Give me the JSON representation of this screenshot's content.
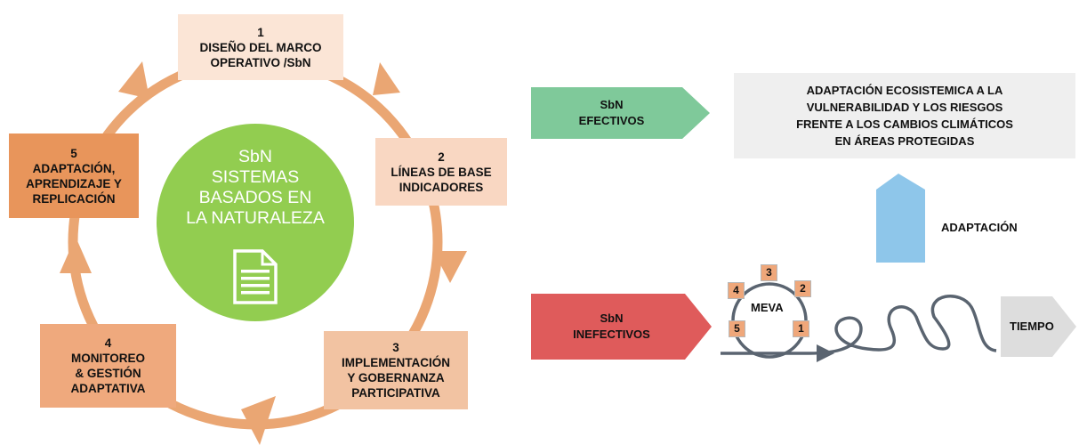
{
  "cycle": {
    "center": {
      "lines": [
        "SbN",
        "SISTEMAS",
        "BASADOS EN",
        "LA NATURALEZA"
      ],
      "icon": "document-icon"
    },
    "steps": [
      {
        "number": "1",
        "lines": [
          "DISEÑO DEL MARCO",
          "OPERATIVO /SbN"
        ]
      },
      {
        "number": "2",
        "lines": [
          "LÍNEAS DE BASE",
          "INDICADORES"
        ]
      },
      {
        "number": "3",
        "lines": [
          "IMPLEMENTACIÓN",
          "Y GOBERNANZA",
          "PARTICIPATIVA"
        ]
      },
      {
        "number": "4",
        "lines": [
          "MONITOREO",
          "& GESTIÓN",
          "ADAPTATIVA"
        ]
      },
      {
        "number": "5",
        "lines": [
          "ADAPTACIÓN,",
          "APRENDIZAJE Y",
          "REPLICACIÓN"
        ]
      }
    ]
  },
  "outcomes": {
    "effective": {
      "lines": [
        "SbN",
        "EFECTIVOS"
      ]
    },
    "ineffective": {
      "lines": [
        "SbN",
        "INEFECTIVOS"
      ]
    },
    "result": {
      "lines": [
        "ADAPTACIÓN ECOSISTEMICA A LA",
        "VULNERABILIDAD Y LOS RIESGOS",
        "FRENTE A LOS CAMBIOS CLIMÁTICOS",
        "EN ÁREAS PROTEGIDAS"
      ]
    },
    "adaptation_label": "ADAPTACIÓN",
    "meva": {
      "label": "MEVA",
      "numbers": [
        "3",
        "2",
        "1",
        "5",
        "4"
      ]
    },
    "time_label": "TIEMPO"
  },
  "colors": {
    "ring": "#eaa673",
    "step1": "#fbe5d6",
    "step2": "#f9d7c2",
    "step3": "#f2c3a2",
    "step4": "#efa97d",
    "step5": "#e8955b",
    "center": "#92cd50",
    "effective": "#7fc99a",
    "ineffective": "#df5b5b",
    "result_box": "#efefef",
    "adaptation_arrow": "#8ec6ea",
    "time_arrow": "#dddddd",
    "loops": "#5a6470"
  }
}
